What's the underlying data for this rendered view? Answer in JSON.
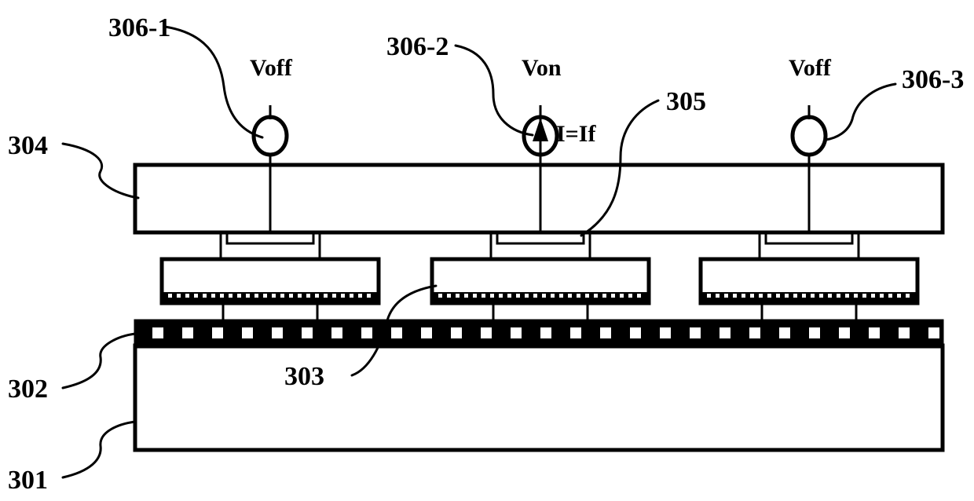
{
  "labels": {
    "l301": "301",
    "l302": "302",
    "l303": "303",
    "l304": "304",
    "l305": "305",
    "l306_1": "306-1",
    "l306_2": "306-2",
    "l306_3": "306-3"
  },
  "voltages": {
    "v1": "Voff",
    "v2": "Von",
    "v3": "Voff"
  },
  "current": "I=If",
  "colors": {
    "ink": "#000000",
    "background": "#ffffff"
  }
}
